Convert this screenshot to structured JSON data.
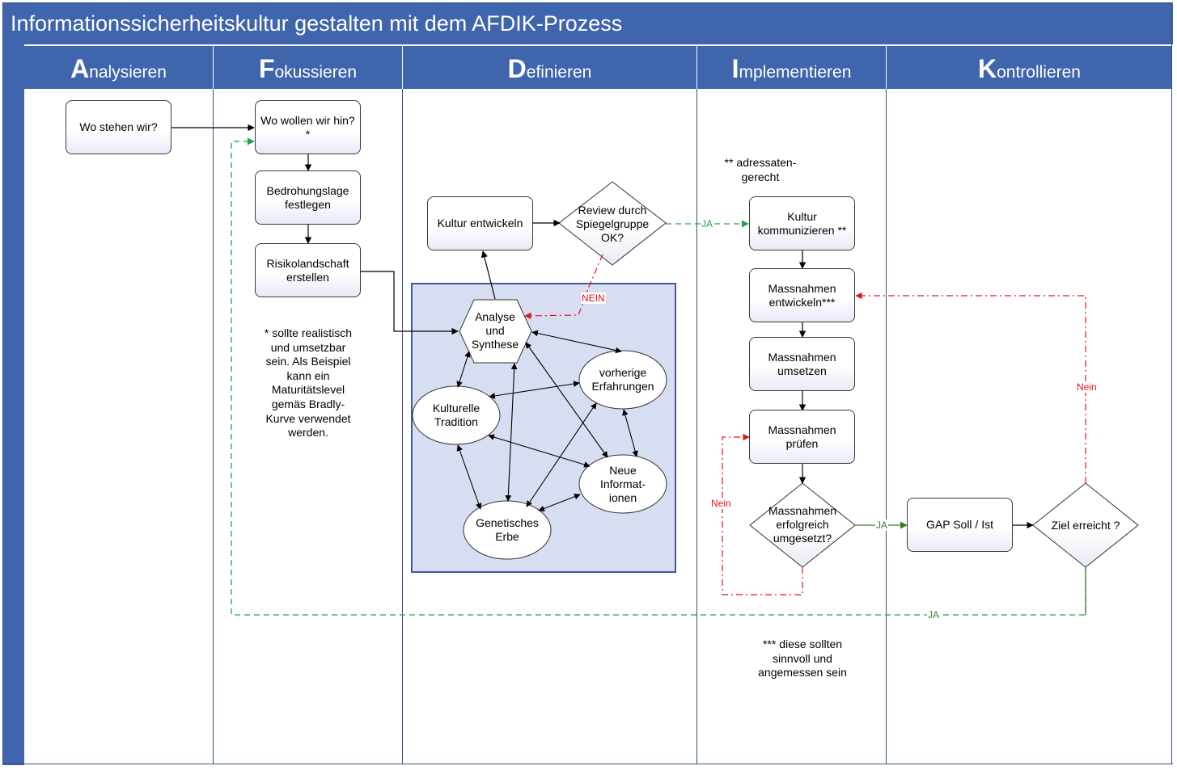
{
  "title": "Informationssicherheitskultur gestalten mit dem AFDIK-Prozess",
  "lanes": [
    {
      "initial": "A",
      "rest": "nalysieren"
    },
    {
      "initial": "F",
      "rest": "okussieren"
    },
    {
      "initial": "D",
      "rest": "efinieren"
    },
    {
      "initial": "I",
      "rest": "mplementieren"
    },
    {
      "initial": "K",
      "rest": "ontrollieren"
    }
  ],
  "nodes": {
    "wo_stehen": "Wo stehen wir?",
    "wo_wollen": "Wo wollen wir hin?*",
    "bedrohungslage": "Bedrohungslage festlegen",
    "risikolandschaft": "Risikolandschaft erstellen",
    "kultur_entwickeln": "Kultur entwickeln",
    "review": "Review durch Spiegelgruppe OK?",
    "kultur_kommunizieren": "Kultur kommunizieren **",
    "massnahmen_entwickeln": "Massnahmen entwickeln***",
    "massnahmen_umsetzen": "Massnahmen umsetzen",
    "massnahmen_pruefen": "Massnahmen prüfen",
    "massnahmen_erfolgreich": "Massnahmen erfolgreich umgesetzt?",
    "gap": "GAP Soll / Ist",
    "ziel": "Ziel erreicht ?",
    "analyse": "Analyse und Synthese",
    "vorherige": "vorherige Erfahrungen",
    "kulturelle": "Kulturelle Tradition",
    "neue": "Neue Informat-ionen",
    "genetisches": "Genetisches Erbe"
  },
  "notes": {
    "fokus_note": "* sollte realistisch und umsetzbar sein. Als Beispiel kann ein Maturitätslevel gemäs Bradly-Kurve verwendet werden.",
    "adressaten": "** adressaten-gerecht",
    "sinnvoll": "*** diese sollten sinnvoll und angemessen sein"
  },
  "edge_labels": {
    "ja_review": "JA",
    "nein_review": "NEIN",
    "nein_pruefen": "Nein",
    "ja_erfolg": "JA",
    "nein_ziel": "Nein",
    "ja_ziel": "JA"
  },
  "colors": {
    "header": "#3f65ad",
    "inset": "#d8def2",
    "ja_green": "#1fa34a",
    "ja_dark_green": "#3a7d2a",
    "nein_red": "#e0151b"
  }
}
